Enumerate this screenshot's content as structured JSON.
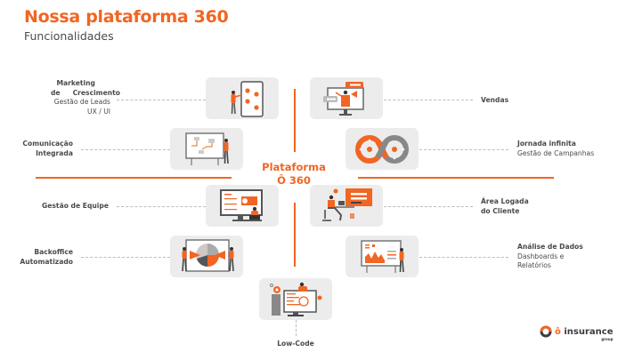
{
  "header": {
    "title": "Nossa plataforma 360",
    "subtitle": "Funcionalidades"
  },
  "center": {
    "line1": "Plataforma",
    "line2": "Ô 360"
  },
  "colors": {
    "accent": "#f26522",
    "text": "#4a4a4a",
    "tile_bg": "#ececec",
    "dark_gray": "#5a5a5a"
  },
  "features": {
    "marketing": {
      "line1": "Marketing",
      "line2a": "de",
      "line2b": "Crescimento",
      "line3": "Gestão de Leads",
      "line4": "UX / UI",
      "icon": "tablet-presentation-illustration"
    },
    "vendas": {
      "title": "Vendas",
      "icon": "megaphone-monitor-illustration"
    },
    "comunicacao": {
      "line1": "Comunicação",
      "line2": "Integrada",
      "icon": "flowchart-board-illustration"
    },
    "jornada": {
      "title": "Jornada infinita",
      "sub": "Gestão de Campanhas",
      "icon": "infinity-loop-illustration"
    },
    "equipe": {
      "title": "Gestão de Equipe",
      "icon": "monitor-laptop-illustration"
    },
    "area": {
      "line1": "Área Logada",
      "line2": "do Cliente",
      "icon": "desk-login-illustration"
    },
    "backoffice": {
      "line1": "Backoffice",
      "line2": "Automatizado",
      "icon": "pie-chart-board-illustration"
    },
    "analise": {
      "title": "Análise de Dados",
      "line2": "Dashboards e",
      "line3": "Relatórios",
      "icon": "dashboard-board-illustration"
    },
    "lowcode": {
      "title": "Low-Code",
      "icon": "code-monitor-illustration"
    }
  },
  "logo": {
    "mark": "ô",
    "name": "insurance",
    "group": "group"
  }
}
